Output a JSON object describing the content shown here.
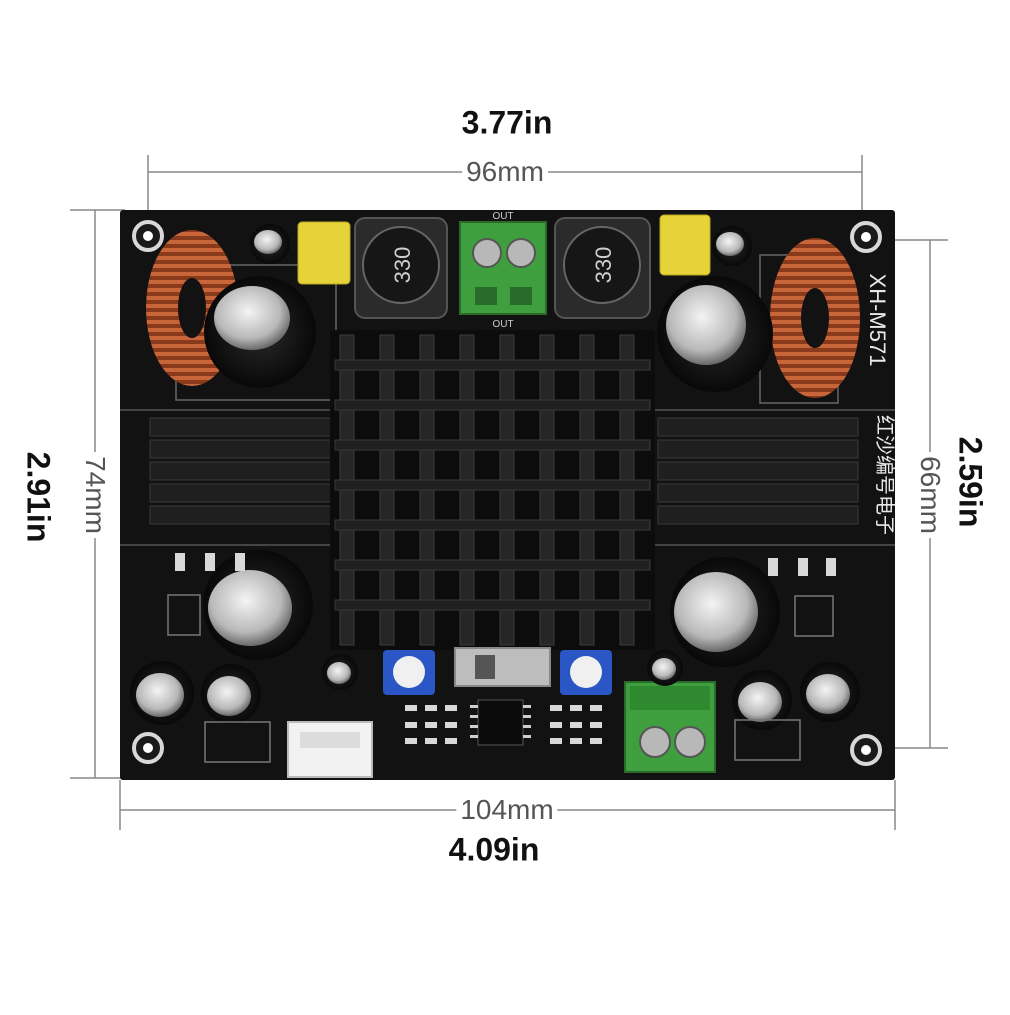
{
  "dimensions": {
    "top_inches": "3.77in",
    "top_mm": "96mm",
    "bottom_mm": "104mm",
    "bottom_inches": "4.09in",
    "left_inches": "2.91in",
    "left_mm": "74mm",
    "right_mm": "66mm",
    "right_inches": "2.59in"
  },
  "board": {
    "model": "XH-M571",
    "chinese_label": "红沙编号电子",
    "inductor_value": "330",
    "terminal_label": "OUT"
  },
  "colors": {
    "pcb": "#121212",
    "heatsink": "#1c1c1c",
    "copper_coil": "#b4522a",
    "capacitor_yellow": "#e6d33a",
    "terminal_green": "#3f9f3f",
    "dimension_line": "#888888"
  }
}
